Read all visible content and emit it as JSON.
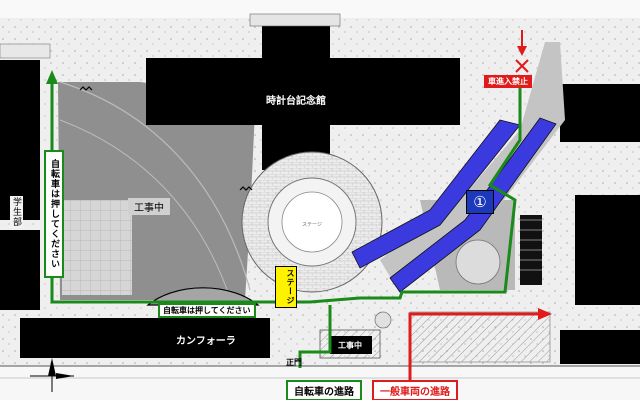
{
  "map": {
    "clock_tower_memorial_hall": "時計台記念館",
    "under_construction_main": "工事中",
    "under_construction_small": "工事中",
    "stage": "ステージ",
    "student_center": "学生部",
    "camphora": "カンフォーラ",
    "main_gate": "正門",
    "bicycle_push_vertical": "自転車は押してください",
    "bicycle_push_horizontal": "自転車は押してください",
    "no_vehicle_entry": "車進入禁止",
    "marker_number": "①",
    "legend_bicycle_route": "自転車の進路",
    "legend_general_vehicle_route": "一般車両の進路"
  },
  "colors": {
    "bicycle_route": "#1a8a1a",
    "vehicle_route": "#e01b1b",
    "blue_path": "#3a3adf",
    "building": "#000000",
    "construction_zone": "#8f8f8f",
    "stage_fill": "#fff200",
    "marker_fill": "#1c39bb"
  },
  "icons": [
    "compass-icon",
    "no-entry-cross-icon"
  ]
}
